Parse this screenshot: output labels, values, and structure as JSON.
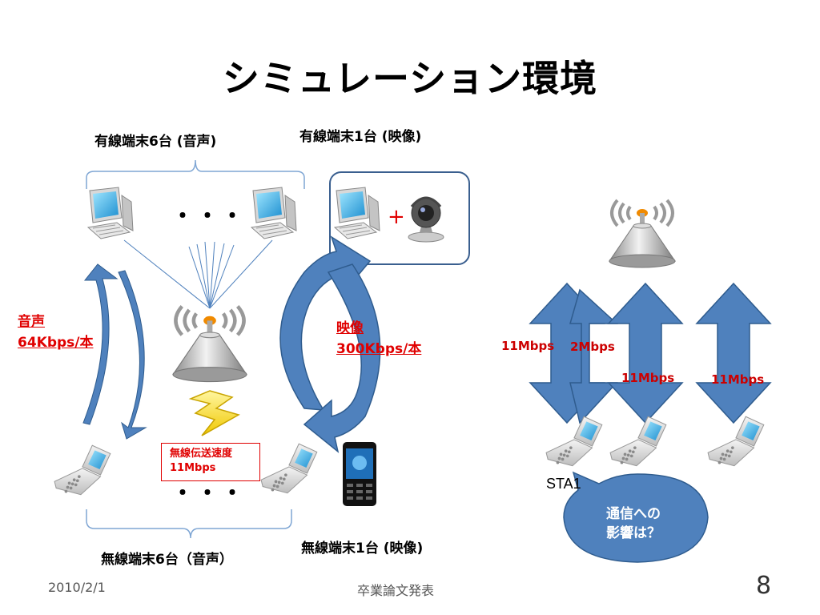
{
  "slide": {
    "title": "シミュレーション環境",
    "wired6_label": "有線端末6台 (音声)",
    "wired1_label": "有線端末1台 (映像)",
    "wireless6_label": "無線端末6台（音声）",
    "wireless1_label": "無線端末1台 (映像)",
    "ellipsis_top": "・・・",
    "ellipsis_bottom": "・・・",
    "plus": "+",
    "voice_label_1": "音声",
    "voice_label_2": "64Kbps/本",
    "video_label_1": "映像",
    "video_label_2": "300Kbps/本",
    "rate_box_1": "無線伝送速度",
    "rate_box_2": "11Mbps",
    "bw_1": "11Mbps",
    "bw_2": "2Mbps",
    "bw_3": "11Mbps",
    "bw_4": "11Mbps",
    "sta_label": "STA1",
    "bubble_1": "通信への",
    "bubble_2": "影響は？",
    "footer_date": "2010/2/1",
    "footer_center": "卒業論文発表",
    "page_number": "8"
  },
  "colors": {
    "arrow_blue": "#4f81bd",
    "accent_red": "#e00000",
    "bubble_blue": "#4f81bd",
    "brace_blue": "#7fa6d4"
  }
}
